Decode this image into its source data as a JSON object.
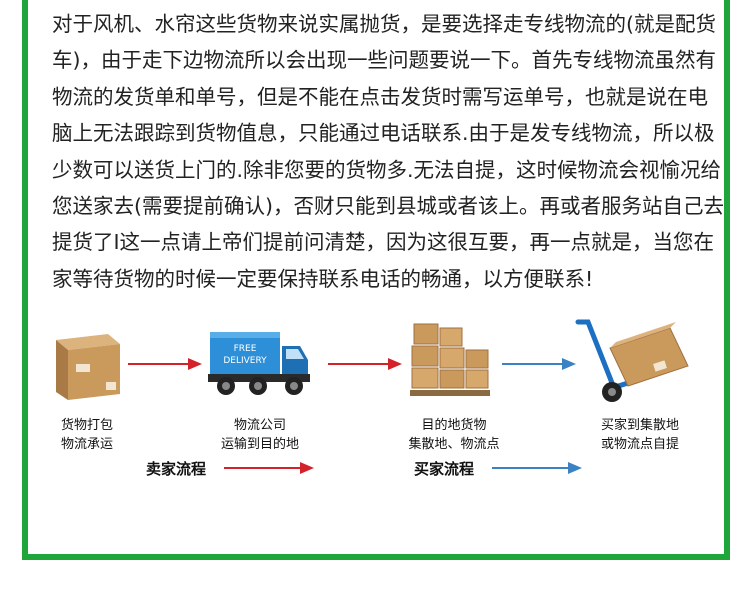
{
  "paragraph": {
    "lines": [
      "对于风机、水帘这些货物来说实属抛货，是要选择走专线物流的(就是配货",
      "车)，由于走下边物流所以会出现一些问题要说一下。首先专线物流虽然有",
      "物流的发货单和单号，但是不能在点击发货时需写运单号，也就是说在电",
      "脑上无法跟踪到货物值息，只能通过电话联系.由于是发专线物流，所以极",
      "少数可以送货上门的.除非您要的货物多.无法自提，这时候物流会视愉况给",
      "您送家去(需要提前确认)，否财只能到县城或者该上。再或者服务站自己去",
      "提货了I这一点请上帝们提前问清楚，因为这很互要，再一点就是，当您在",
      "家等待货物的时候一定要保持联系电话的畅通，以方便联系!"
    ]
  },
  "steps": [
    {
      "line1": "货物打包",
      "line2": "物流承运"
    },
    {
      "line1": "物流公司",
      "line2": "运输到目的地",
      "truck_text_1": "FREE",
      "truck_text_2": "DELIVERY"
    },
    {
      "line1": "目的地货物",
      "line2": "集散地、物流点"
    },
    {
      "line1": "买家到集散地",
      "line2": "或物流点自提"
    }
  ],
  "flows": [
    {
      "label": "卖家流程",
      "color": "#d4222a"
    },
    {
      "label": "买家流程",
      "color": "#3b82c4"
    }
  ],
  "colors": {
    "border": "#1ea63a",
    "red_arrow": "#d4222a",
    "blue_arrow": "#3b82c4",
    "truck": "#2d8fd8",
    "box": "#c99a5c"
  }
}
